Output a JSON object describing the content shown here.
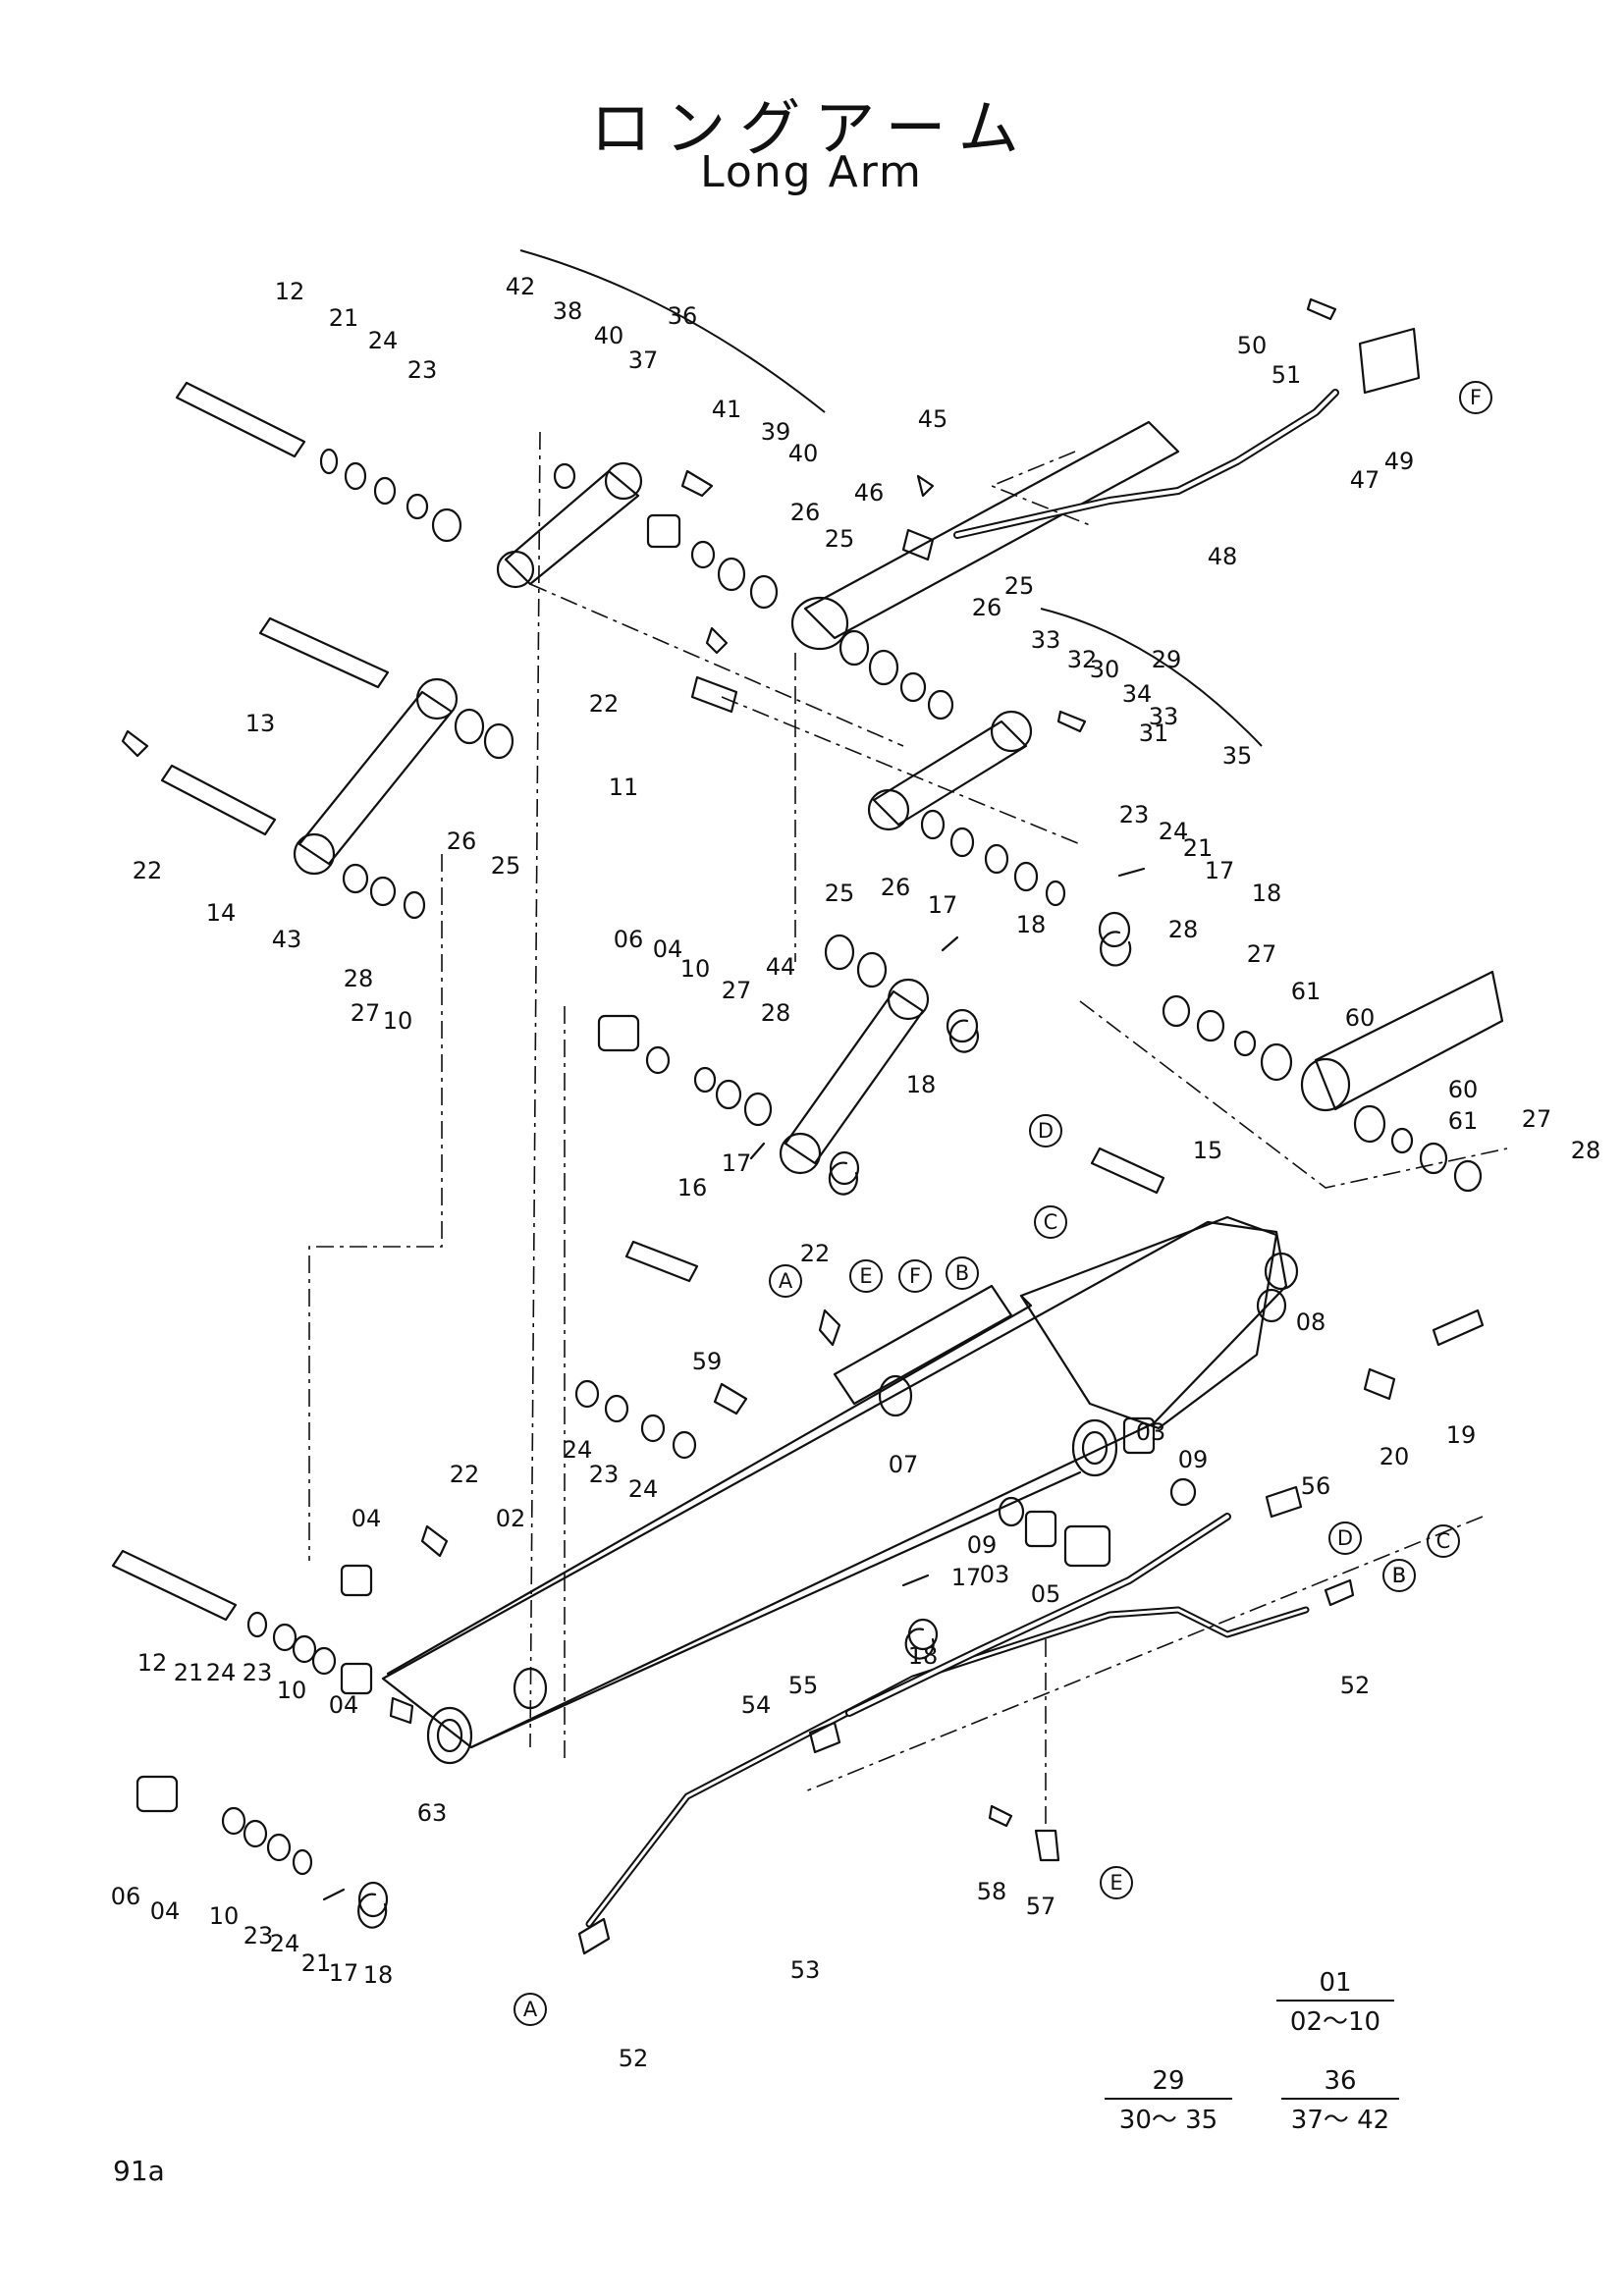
{
  "title_jp": "ロングアーム",
  "title_en": "Long Arm",
  "page_number": "91a",
  "part_labels": [
    "12",
    "21",
    "24",
    "23",
    "42",
    "38",
    "36",
    "40",
    "37",
    "41",
    "39",
    "40",
    "26",
    "25",
    "45",
    "46",
    "50",
    "51",
    "49",
    "47",
    "48",
    "13",
    "22",
    "11",
    "25",
    "26",
    "33",
    "32",
    "30",
    "34",
    "33",
    "31",
    "35",
    "29",
    "22",
    "14",
    "43",
    "26",
    "25",
    "28",
    "27",
    "10",
    "06",
    "04",
    "10",
    "27",
    "28",
    "44",
    "25",
    "26",
    "17",
    "18",
    "23",
    "24",
    "21",
    "17",
    "18",
    "28",
    "27",
    "61",
    "60",
    "60",
    "61",
    "27",
    "28",
    "18",
    "17",
    "16",
    "15",
    "22",
    "59",
    "24",
    "23",
    "24",
    "08",
    "19",
    "20",
    "03",
    "09",
    "56",
    "22",
    "04",
    "02",
    "07",
    "12",
    "21",
    "24",
    "23",
    "10",
    "04",
    "09",
    "03",
    "05",
    "17",
    "18",
    "55",
    "54",
    "52",
    "63",
    "06",
    "04",
    "10",
    "23",
    "24",
    "21",
    "17",
    "18",
    "58",
    "57",
    "53",
    "52"
  ],
  "callouts": [
    "F",
    "D",
    "C",
    "B",
    "A",
    "E",
    "F",
    "B",
    "D",
    "C",
    "B",
    "E",
    "A"
  ],
  "groups": [
    {
      "top": "01",
      "bottom": "02～10"
    },
    {
      "top": "29",
      "bottom": "30～ 35"
    },
    {
      "top": "36",
      "bottom": "37～ 42"
    }
  ],
  "line_color": "#111111"
}
